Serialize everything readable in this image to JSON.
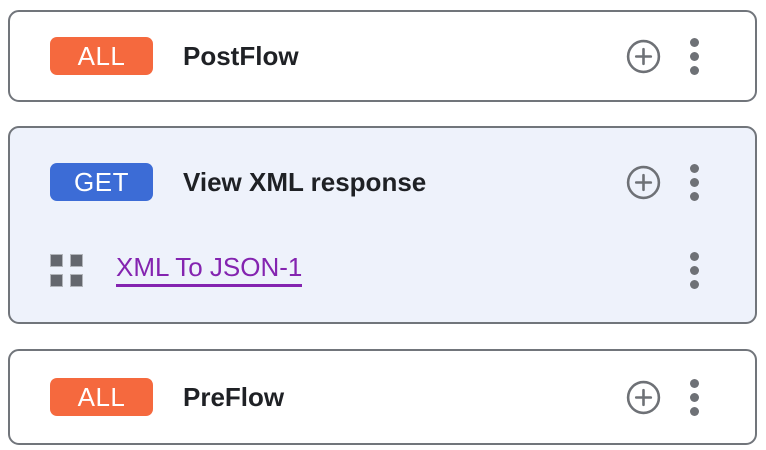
{
  "colors": {
    "badge_all": "#F5693E",
    "badge_get": "#3C6CD6",
    "link": "#8424B0",
    "card_border": "#71757B",
    "selected_card_bg": "#EEF2FB",
    "icon_gray": "#6E7176",
    "title_text": "#1F2125"
  },
  "icons": {
    "add": "plus-circle",
    "menu": "kebab-vertical",
    "drag": "drag-handle-grid"
  },
  "cards": [
    {
      "badge": "ALL",
      "title": "PostFlow"
    },
    {
      "badge": "GET",
      "title": "View XML response",
      "policies": [
        {
          "name": "XML To JSON-1"
        }
      ]
    },
    {
      "badge": "ALL",
      "title": "PreFlow"
    }
  ]
}
